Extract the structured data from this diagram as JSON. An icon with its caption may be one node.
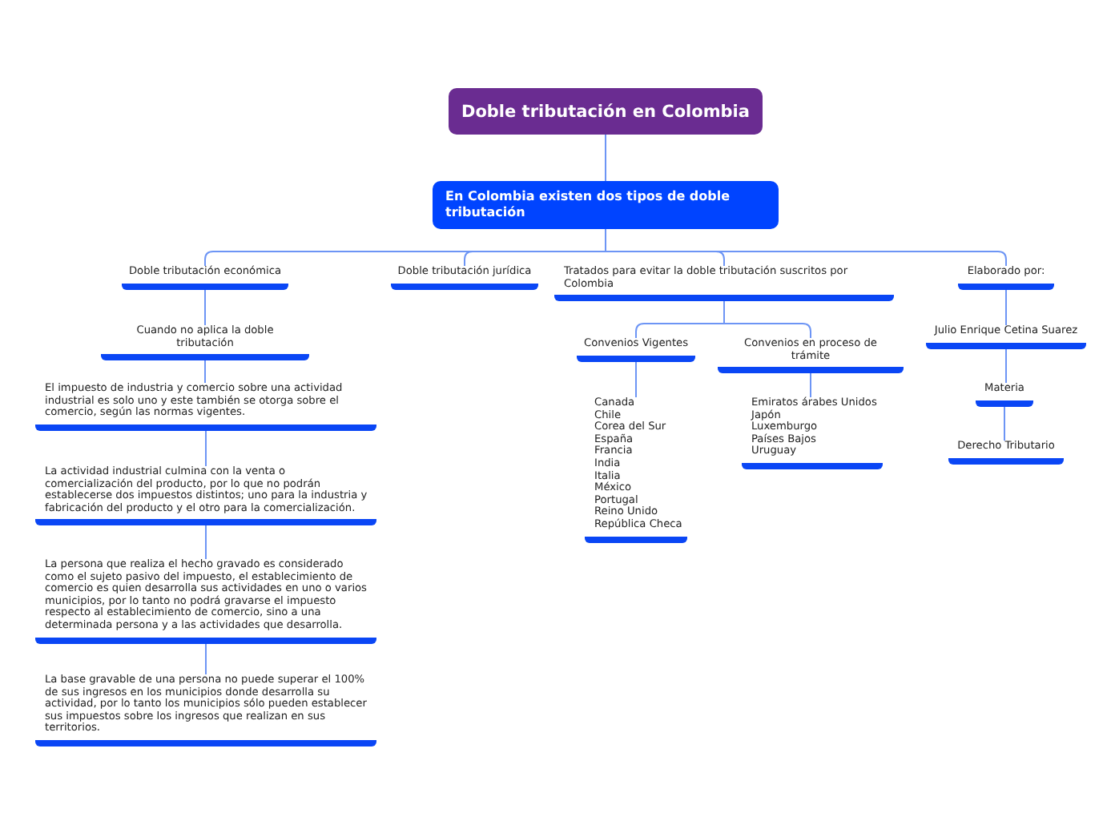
{
  "diagram": {
    "nodes": [
      {
        "text": [
          "Doble tributación en Colombia"
        ]
      },
      {
        "text": [
          "En Colombia existen dos tipos de doble tributación"
        ]
      },
      {
        "text": [
          "Doble tributación económica"
        ]
      },
      {
        "text": [
          "Cuando no aplica la doble tributación"
        ]
      },
      {
        "text": [
          "El impuesto de industria y comercio sobre una actividad industrial es solo uno y este también se otorga sobre el comercio, según las normas vigentes."
        ]
      },
      {
        "text": [
          "La actividad industrial culmina con la venta o comercialización del producto, por lo que no podrán establecerse dos impuestos distintos; uno para la industria y fabricación del producto y el otro para la comercialización."
        ]
      },
      {
        "text": [
          "La persona que realiza el hecho gravado es considerado como el sujeto pasivo del impuesto, el establecimiento de comercio es quien desarrolla sus actividades en uno o varios municipios, por lo tanto no podrá gravarse el impuesto respecto al establecimiento de comercio, sino a una determinada persona y a las actividades que desarrolla."
        ]
      },
      {
        "text": [
          "La base gravable de una persona no puede superar el 100% de sus ingresos en los municipios donde desarrolla su actividad, por lo tanto los municipios sólo pueden establecer sus impuestos sobre los ingresos que realizan en sus territorios."
        ]
      },
      {
        "text": [
          "Doble tributación jurídica"
        ]
      },
      {
        "text": [
          "Tratados para evitar la doble tributación suscritos por Colombia"
        ]
      },
      {
        "text": [
          "Convenios Vigentes"
        ]
      },
      {
        "text": [
          "Canada",
          "Chile",
          "Corea del Sur",
          "España",
          "Francia",
          "India",
          "Italia",
          "México",
          "Portugal",
          "Reino Unido",
          "República Checa"
        ]
      },
      {
        "text": [
          "Convenios en proceso de trámite"
        ]
      },
      {
        "text": [
          "Emiratos árabes Unidos",
          "Japón",
          "Luxemburgo",
          "Países Bajos",
          "Uruguay"
        ]
      },
      {
        "text": [
          "Elaborado por:"
        ]
      },
      {
        "text": [
          "Julio Enrique Cetina Suarez"
        ]
      },
      {
        "text": [
          "Materia"
        ]
      },
      {
        "text": [
          "Derecho Tributario"
        ]
      }
    ],
    "edges": [
      {
        "from": 0,
        "to": 1,
        "arrow": "none"
      },
      {
        "from": 1,
        "to": 2,
        "arrow": "none"
      },
      {
        "from": 1,
        "to": 8,
        "arrow": "none"
      },
      {
        "from": 1,
        "to": 9,
        "arrow": "none"
      },
      {
        "from": 1,
        "to": 14,
        "arrow": "none"
      },
      {
        "from": 2,
        "to": 3,
        "arrow": "none"
      },
      {
        "from": 3,
        "to": 4,
        "arrow": "none"
      },
      {
        "from": 4,
        "to": 5,
        "arrow": "none"
      },
      {
        "from": 5,
        "to": 6,
        "arrow": "none"
      },
      {
        "from": 6,
        "to": 7,
        "arrow": "none"
      },
      {
        "from": 9,
        "to": 10,
        "arrow": "none"
      },
      {
        "from": 9,
        "to": 12,
        "arrow": "none"
      },
      {
        "from": 10,
        "to": 11,
        "arrow": "none"
      },
      {
        "from": 12,
        "to": 13,
        "arrow": "none"
      },
      {
        "from": 14,
        "to": 15,
        "arrow": "none"
      },
      {
        "from": 15,
        "to": 16,
        "arrow": "none"
      },
      {
        "from": 16,
        "to": 17,
        "arrow": "none"
      }
    ]
  }
}
